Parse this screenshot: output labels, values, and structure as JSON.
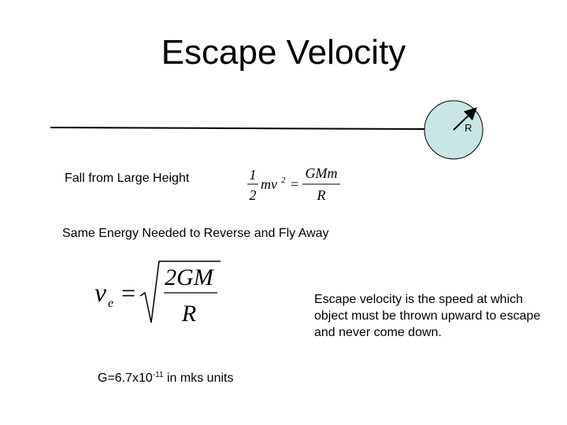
{
  "slide": {
    "title": "Escape Velocity",
    "radius_label": "R",
    "fall_label": "Fall from Large Height",
    "energy_label": "Same Energy Needed to Reverse and Fly Away",
    "eq1": {
      "half_num": "1",
      "half_den": "2",
      "lhs_term": "mv",
      "lhs_exp": "2",
      "equals": "=",
      "rhs_num": "GMm",
      "rhs_den": "R"
    },
    "eq2": {
      "lhs": "v",
      "lhs_sub": "e",
      "equals": "=",
      "rhs_num": "2GM",
      "rhs_den": "R"
    },
    "description": "Escape velocity is the speed at which object must be thrown upward to escape and never come down.",
    "g_constant": {
      "prefix": "G=6.7x10",
      "exponent": "-11",
      "suffix": " in mks units"
    }
  },
  "colors": {
    "planet_fill": "#c8e6e6",
    "line": "#000000"
  }
}
